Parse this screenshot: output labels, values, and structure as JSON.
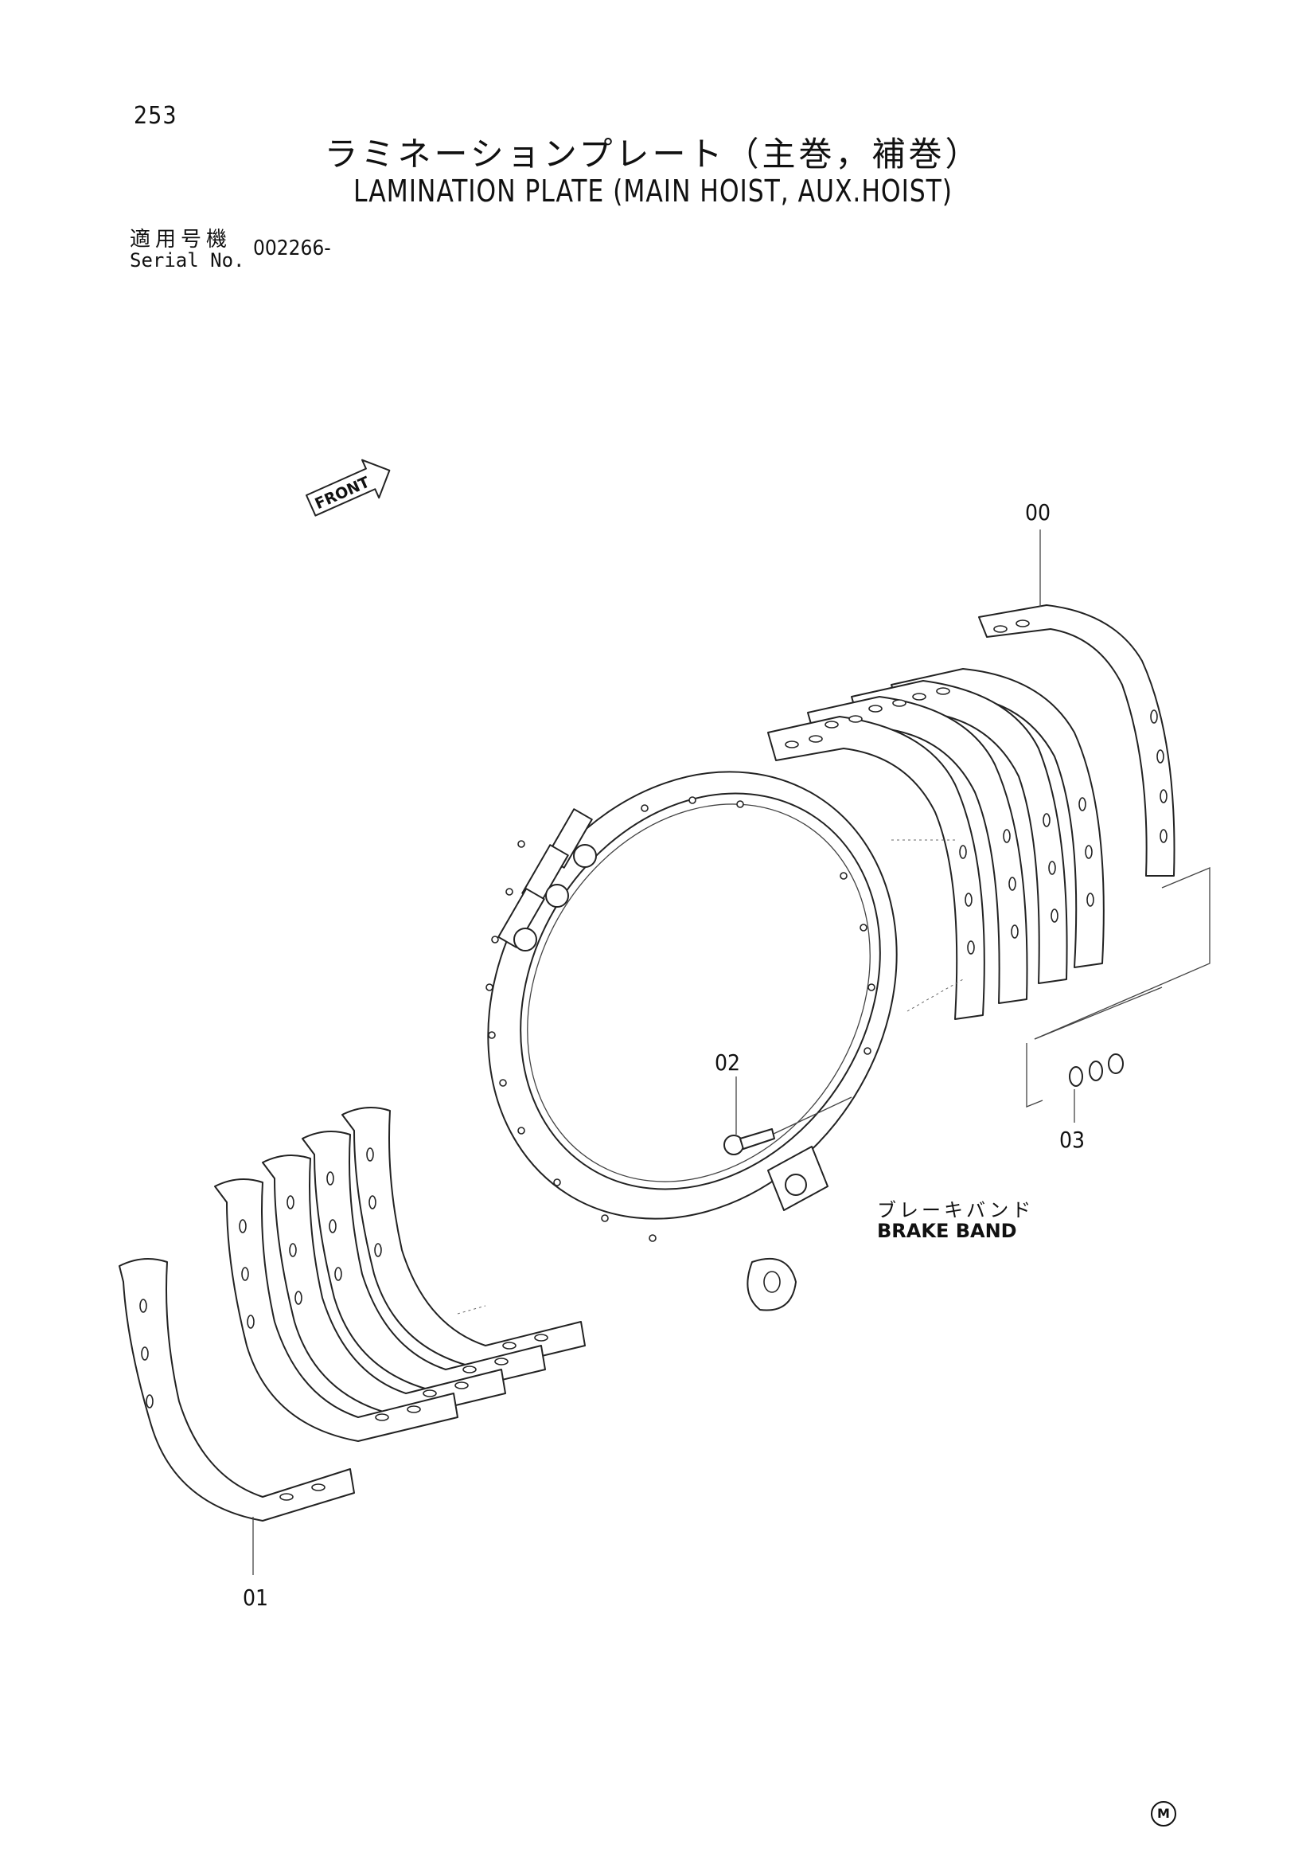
{
  "page_number": "253",
  "title_ja": "ラミネーションプレート（主巻，補巻）",
  "title_en": "LAMINATION PLATE (MAIN HOIST, AUX.HOIST)",
  "serial": {
    "label_ja": "適用号機",
    "label_en": "Serial No.",
    "value": "002266-"
  },
  "front_label": "FRONT",
  "callouts": {
    "c00": "00",
    "c01": "01",
    "c02": "02",
    "c03": "03"
  },
  "brake_band": {
    "ja": "ブレーキバンド",
    "en": "BRAKE BAND"
  },
  "mark": "M"
}
